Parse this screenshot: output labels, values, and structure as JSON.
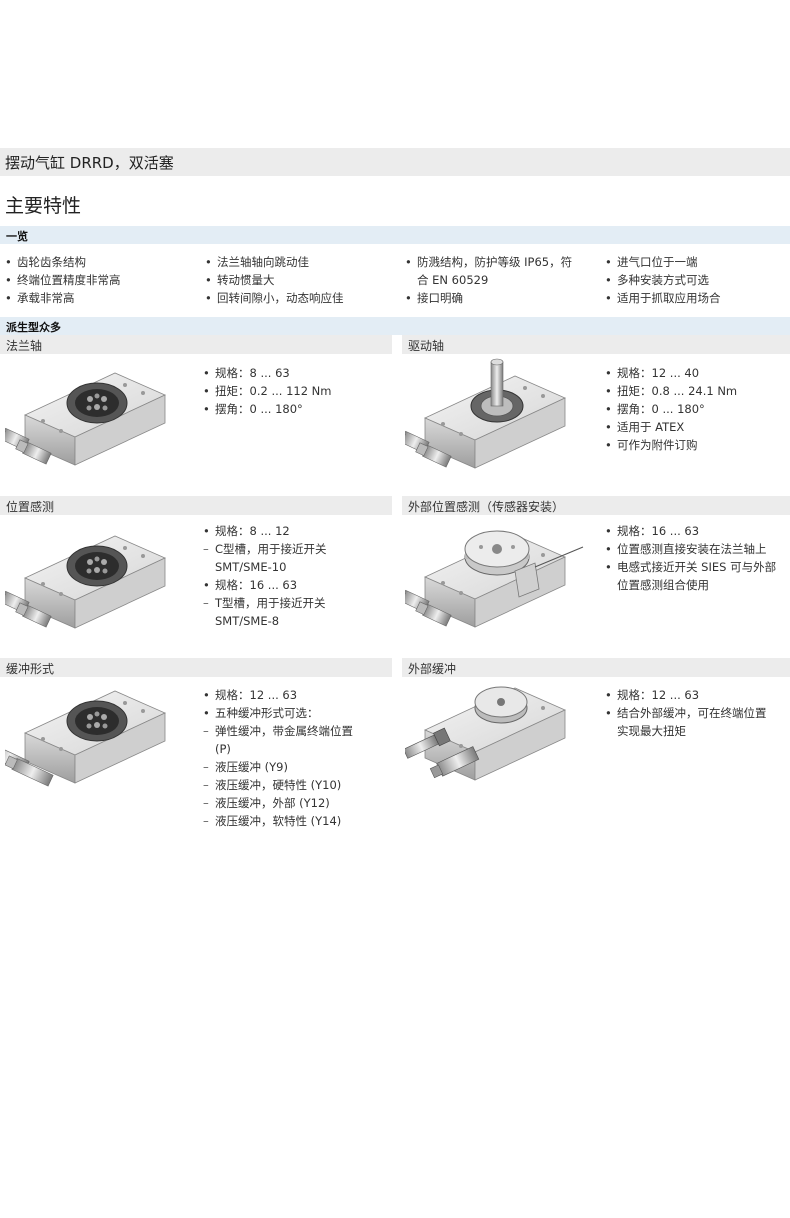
{
  "title": "摆动气缸 DRRD，双活塞",
  "heading": "主要特性",
  "overview": {
    "label": "一览",
    "columns": [
      [
        "齿轮齿条结构",
        "终端位置精度非常高",
        "承载非常高"
      ],
      [
        "法兰轴轴向跳动佳",
        "转动惯量大",
        "回转间隙小，动态响应佳"
      ],
      [
        "防溅结构，防护等级 IP65，符",
        "合 EN 60529",
        "接口明确"
      ],
      [
        "进气口位于一端",
        "多种安装方式可选",
        "适用于抓取应用场合"
      ]
    ]
  },
  "variants": {
    "label": "派生型众多",
    "items": [
      {
        "title": "法兰轴",
        "lines": [
          "规格：8 ... 63",
          "扭矩：0.2 ... 112 Nm",
          "摆角：0 ... 180°"
        ]
      },
      {
        "title": "驱动轴",
        "lines": [
          "规格：12 ... 40",
          "扭矩：0.8 ... 24.1 Nm",
          "摆角：0 ... 180°",
          "适用于 ATEX",
          "可作为附件订购"
        ]
      },
      {
        "title": "位置感测",
        "lines": [
          "规格：8 ... 12",
          "C型槽，用于接近开关",
          "SMT/SME-10",
          "规格：16 ... 63",
          "T型槽，用于接近开关",
          "SMT/SME-8"
        ]
      },
      {
        "title": "外部位置感测（传感器安装）",
        "lines": [
          "规格：16 ... 63",
          "位置感测直接安装在法兰轴上",
          "电感式接近开关 SIES 可与外部",
          "位置感测组合使用"
        ]
      },
      {
        "title": "缓冲形式",
        "lines": [
          "规格：12 ... 63",
          "五种缓冲形式可选：",
          "弹性缓冲，带金属终端位置",
          "(P)",
          "液压缓冲 (Y9)",
          "液压缓冲，硬特性 (Y10)",
          "液压缓冲，外部 (Y12)",
          "液压缓冲，软特性 (Y14)"
        ]
      },
      {
        "title": "外部缓冲",
        "lines": [
          "规格：12 ... 63",
          "结合外部缓冲，可在终端位置",
          "实现最大扭矩"
        ]
      }
    ]
  }
}
